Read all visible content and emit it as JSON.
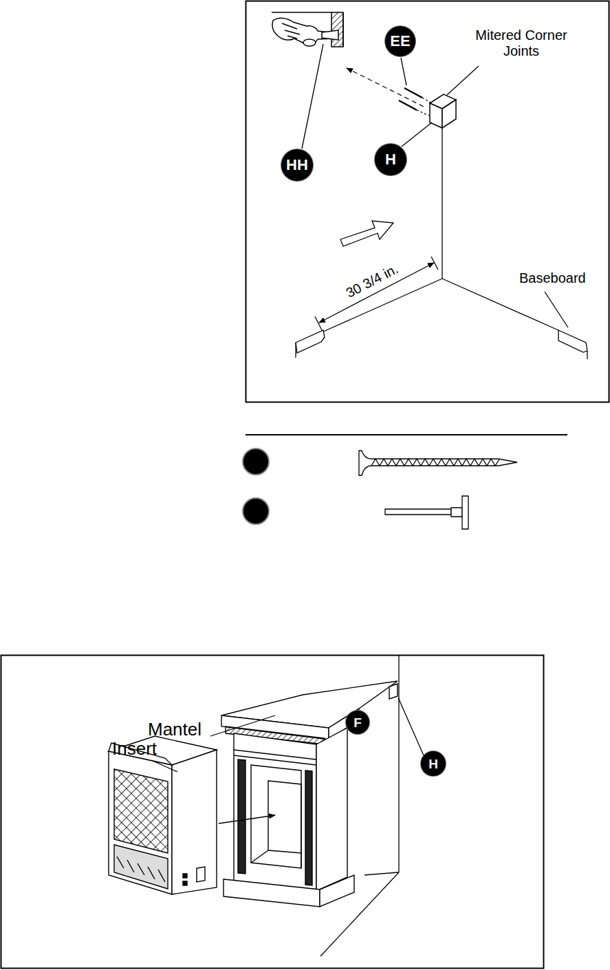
{
  "diagram": {
    "nodes": [
      {
        "text": [
          "EE"
        ]
      },
      {
        "text": [
          "HH"
        ]
      },
      {
        "text": [
          "H"
        ]
      },
      {
        "text": [
          "F"
        ]
      },
      {
        "text": [
          "H"
        ]
      }
    ],
    "labels": [
      "Mitered Corner Joints",
      "30 3/4 in.",
      "Baseboard",
      "Mantel",
      "Insert"
    ]
  }
}
